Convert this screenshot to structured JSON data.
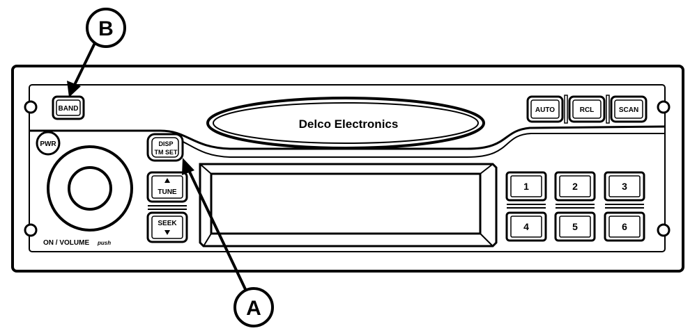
{
  "brand": "Delco Electronics",
  "buttons": {
    "band": "BAND",
    "pwr": "PWR",
    "disp_tm_set": [
      "DISP",
      "TM SET"
    ],
    "tune": "TUNE",
    "seek": "SEEK",
    "auto": "AUTO",
    "rcl": "RCL",
    "scan": "SCAN",
    "on_volume": "ON / VOLUME",
    "push": "push"
  },
  "presets": [
    "1",
    "2",
    "3",
    "4",
    "5",
    "6"
  ],
  "callouts": {
    "a": "A",
    "b": "B"
  }
}
